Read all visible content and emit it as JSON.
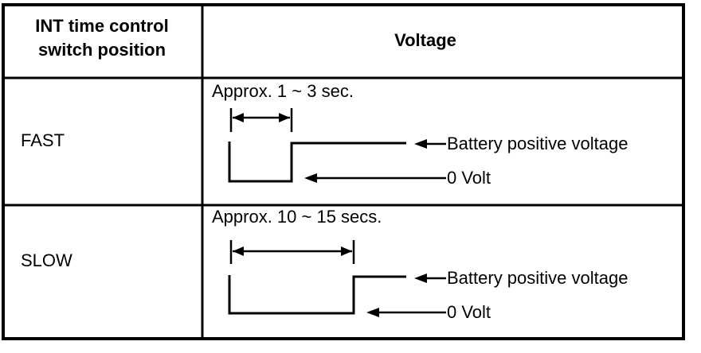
{
  "table": {
    "header": {
      "col1_line1": "INT time control",
      "col1_line2": "switch position",
      "col2": "Voltage"
    },
    "rows": [
      {
        "position": "FAST",
        "duration": "Approx. 1 ~ 3 sec.",
        "high_label": "Battery positive voltage",
        "low_label": "0 Volt"
      },
      {
        "position": "SLOW",
        "duration": "Approx. 10 ~ 15 secs.",
        "high_label": "Battery positive voltage",
        "low_label": "0 Volt"
      }
    ]
  }
}
